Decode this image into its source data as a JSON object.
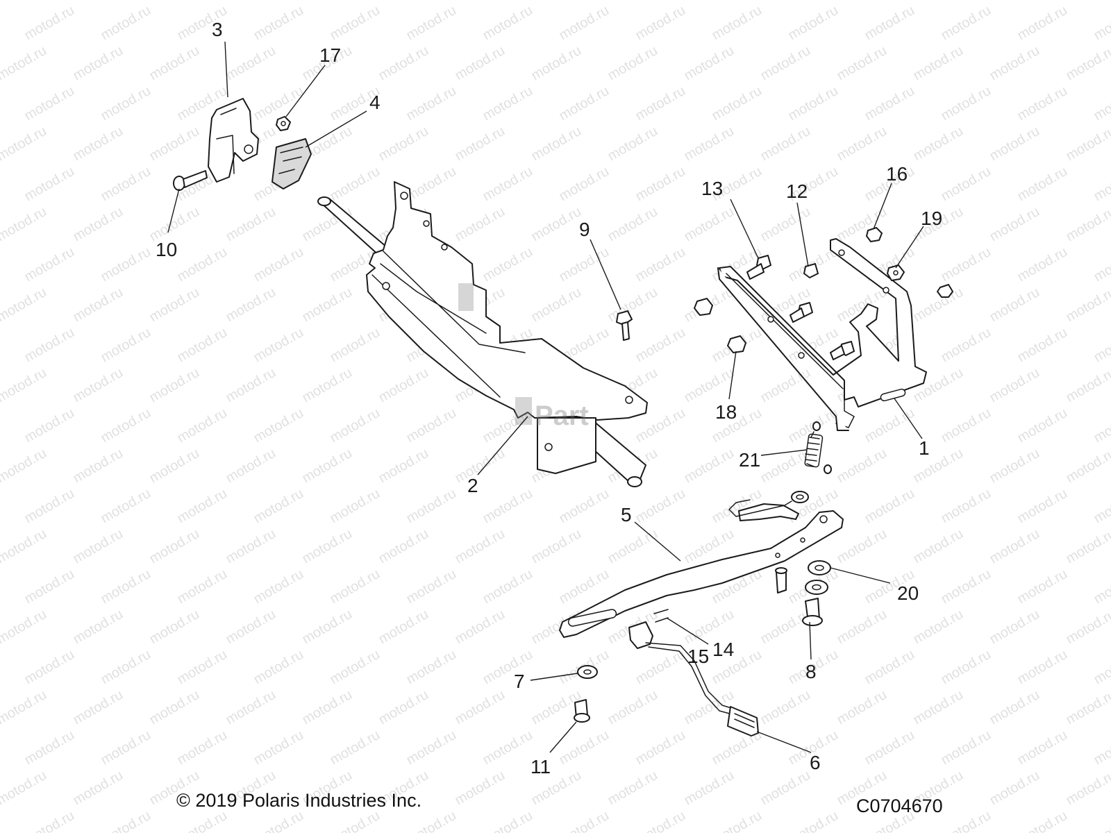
{
  "watermark": {
    "text": "motod.ru",
    "color": "#c8c8c8"
  },
  "stamp": {
    "text": "PartsBIKE"
  },
  "callouts": [
    "1",
    "2",
    "3",
    "4",
    "5",
    "6",
    "7",
    "8",
    "9",
    "10",
    "11",
    "12",
    "13",
    "14",
    "15",
    "16",
    "17",
    "18",
    "19",
    "20",
    "21"
  ],
  "footer": {
    "copyright": "© 2019 Polaris Industries Inc.",
    "code": "C0704670"
  },
  "colors": {
    "line": "#1a1a1a",
    "background": "#ffffff",
    "shade": "#d9d9d9"
  }
}
